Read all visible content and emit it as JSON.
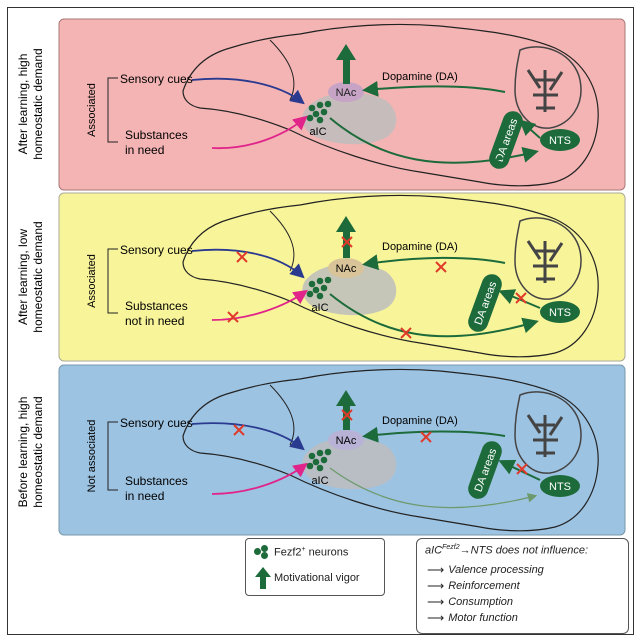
{
  "colors": {
    "panel_top": "#f4b4b4",
    "panel_mid": "#f8f49a",
    "panel_bot": "#9dc3e2",
    "green": "#1d6b3b",
    "nac_top": "#c7a3c6",
    "nac_mid": "#d9c49a",
    "nac_bot": "#b8b3d6",
    "sensory_arrow": "#2a3a8f",
    "substance_arrow": "#e0248a",
    "cross": "#e03a2a"
  },
  "panels": [
    {
      "side_label_1": "After learning, high",
      "side_label_2": "homeostatic demand",
      "assoc": "Associated",
      "cue": "Sensory cues",
      "sub_1": "Substances",
      "sub_2": "in need",
      "nac": "NAc",
      "aic": "aIC",
      "da": "Dopamine (DA)",
      "da_areas": "DA areas",
      "nts": "NTS"
    },
    {
      "side_label_1": "After learning, low",
      "side_label_2": "homeostatic demand",
      "assoc": "Associated",
      "cue": "Sensory cues",
      "sub_1": "Substances",
      "sub_2": "not in need",
      "nac": "NAc",
      "aic": "aIC",
      "da": "Dopamine (DA)",
      "da_areas": "DA areas",
      "nts": "NTS"
    },
    {
      "side_label_1": "Before learning, high",
      "side_label_2": "homeostatic demand",
      "assoc": "Not associated",
      "cue": "Sensory cues",
      "sub_1": "Substances",
      "sub_2": "in need",
      "nac": "NAc",
      "aic": "aIC",
      "da": "Dopamine (DA)",
      "da_areas": "DA areas",
      "nts": "NTS"
    }
  ],
  "legend": {
    "neurons_pre": "Fezf2",
    "neurons_sup": "+",
    "neurons_post": " neurons",
    "vigor": "Motivational vigor"
  },
  "note": {
    "title_pre": "aIC",
    "title_sup": "Fezf2",
    "title_post": "→NTS does not influence:",
    "items": [
      "Valence processing",
      "Reinforcement",
      "Consumption",
      "Motor function"
    ]
  }
}
